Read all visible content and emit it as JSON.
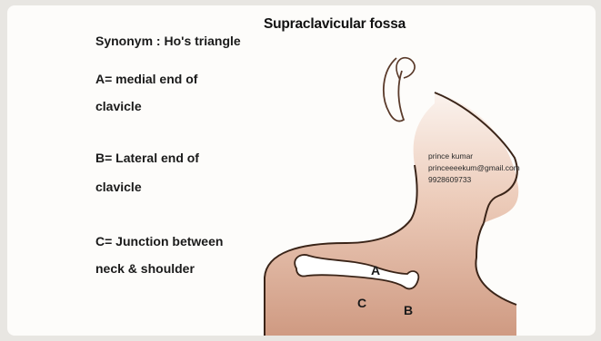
{
  "title": "Supraclavicular fossa",
  "synonym": "Synonym : Ho's triangle",
  "notes": {
    "a_line1": "A= medial end of",
    "a_line2": "clavicle",
    "b_line1": "B= Lateral end of",
    "b_line2": "clavicle",
    "c_line1": "C= Junction between",
    "c_line2": "neck & shoulder"
  },
  "contact": {
    "name": "prince kumar",
    "email": "princeeeekum@gmail.com",
    "phone": "9928609733"
  },
  "labels": {
    "a": "A",
    "b": "B",
    "c": "C"
  },
  "colors": {
    "skin": "#d4a08a",
    "skin_light": "#f0d6c8",
    "outline": "#3a2418",
    "bone": "#ffffff"
  }
}
